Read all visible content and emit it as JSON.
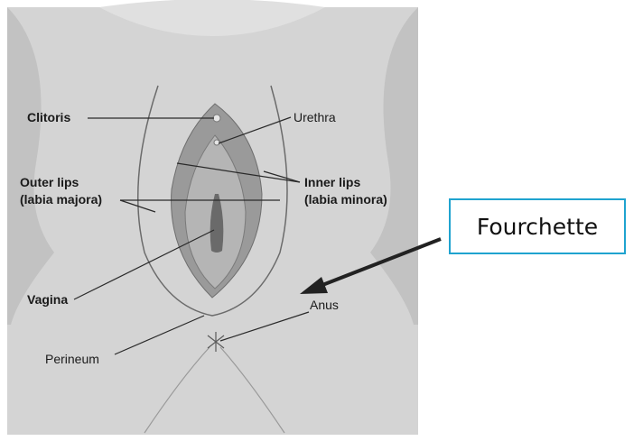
{
  "labels": {
    "clitoris": "Clitoris",
    "urethra": "Urethra",
    "outer_lips_1": "Outer lips",
    "outer_lips_2": "(labia majora)",
    "inner_lips_1": "Inner lips",
    "inner_lips_2": "(labia minora)",
    "vagina": "Vagina",
    "anus": "Anus",
    "perineum": "Perineum"
  },
  "callout": {
    "text": "Fourchette"
  },
  "colors": {
    "panel_bg": "#d6d6d6",
    "skin_mid": "#b8b8b8",
    "skin_dark": "#8f8f8f",
    "line": "#2a2a2a",
    "callout_border": "#1fa3cf"
  }
}
